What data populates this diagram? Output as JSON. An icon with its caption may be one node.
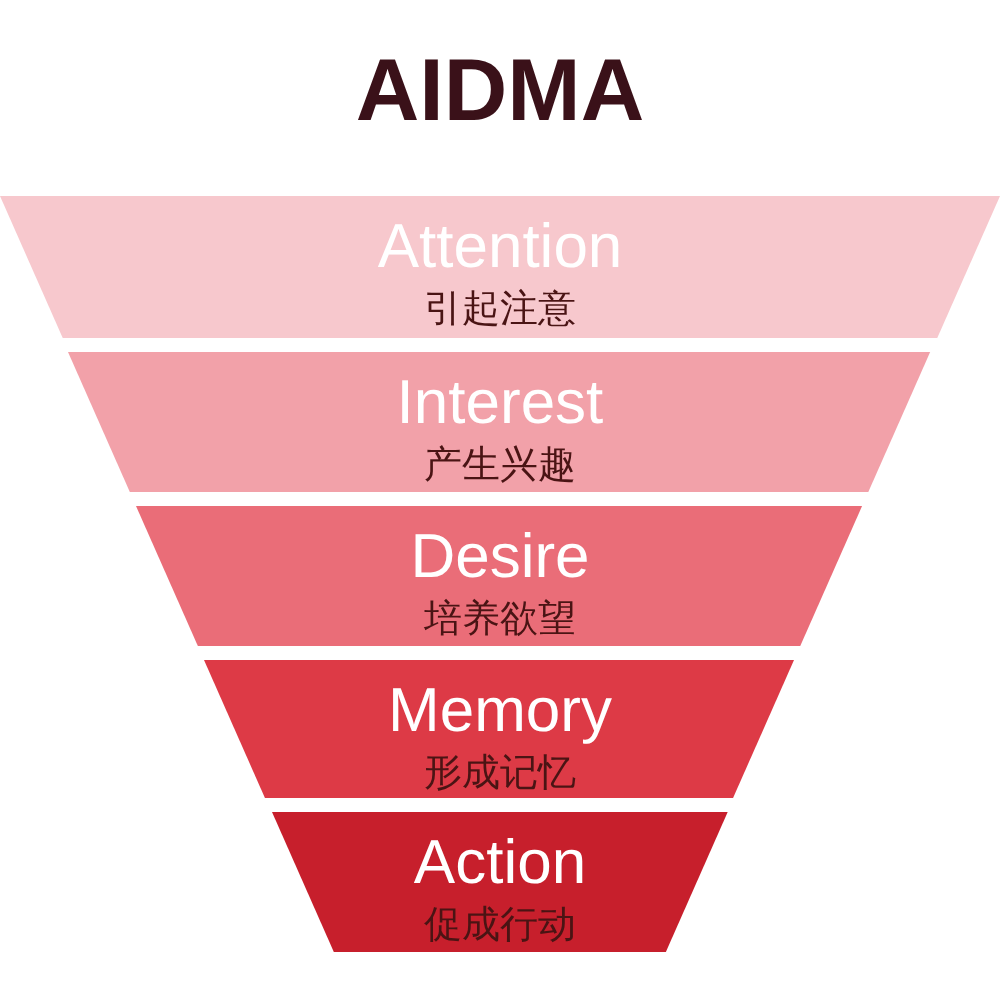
{
  "diagram": {
    "title": "AIDMA",
    "nodes": [
      {
        "text": [
          "Attention",
          "引起注意"
        ]
      },
      {
        "text": [
          "Interest",
          "产生兴趣"
        ]
      },
      {
        "text": [
          "Desire",
          "培养欲望"
        ]
      },
      {
        "text": [
          "Memory",
          "形成记忆"
        ]
      },
      {
        "text": [
          "Action",
          "促成行动"
        ]
      }
    ]
  }
}
